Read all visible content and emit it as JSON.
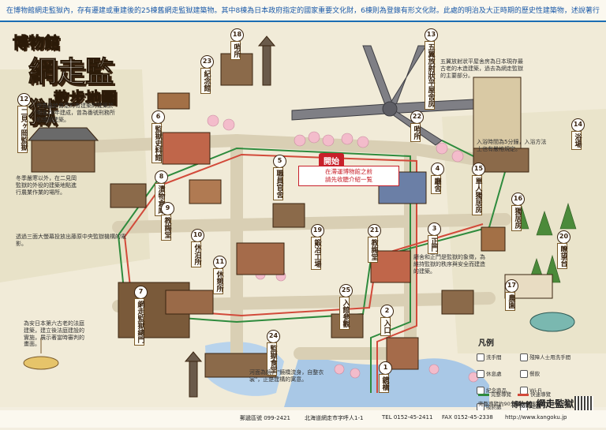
{
  "top_banner": "在博物館網走監獄內，存有遷建或重建後的25棟舊網走監獄建築物。其中8棟為日本政府指定的國家重要文化財，6棟則為登錄有形文化財。此處的明治及大正時期的歷史性建築物，述說著行刑建築與北海道開拓的過往，請您在此享受歷史散步之樂。",
  "title": {
    "line1": "博物館",
    "line2": "網走監獄",
    "line3": "散步地圖"
  },
  "start": {
    "badge": "開始",
    "box_line1": "在滯運博物館之前",
    "box_line2": "請先收聽介紹一覧"
  },
  "buildings": [
    {
      "num": "1",
      "label": "鏡橋"
    },
    {
      "num": "2",
      "label": "入口"
    },
    {
      "num": "3",
      "label": "正門"
    },
    {
      "num": "4",
      "label": "廳舍"
    },
    {
      "num": "5",
      "label": "職員官舍"
    },
    {
      "num": "6",
      "label": "監獄史料館"
    },
    {
      "num": "7",
      "label": "網走監獄總門"
    },
    {
      "num": "8",
      "label": "漬物倉庫"
    },
    {
      "num": "9",
      "label": "教誨堂"
    },
    {
      "num": "10",
      "label": "休泊所"
    },
    {
      "num": "11",
      "label": "休憩所"
    },
    {
      "num": "12",
      "label": "二見ヶ岡監獄"
    },
    {
      "num": "13",
      "label": "五翼放射狀平屋舍房"
    },
    {
      "num": "14",
      "label": "浴場"
    },
    {
      "num": "15",
      "label": "單人獨居房"
    },
    {
      "num": "16",
      "label": "獨居房"
    },
    {
      "num": "17",
      "label": "農園"
    },
    {
      "num": "18",
      "label": "哨所"
    },
    {
      "num": "19",
      "label": "鍛冶工場"
    },
    {
      "num": "20",
      "label": "瞭望台"
    },
    {
      "num": "21",
      "label": "教誨堂"
    },
    {
      "num": "22",
      "label": "哨所"
    },
    {
      "num": "23",
      "label": "紀念館"
    },
    {
      "num": "24",
      "label": "監獄食堂"
    },
    {
      "num": "25",
      "label": "入館參觀"
    }
  ],
  "notes": {
    "n1": "作為自給自足的有建築的建築於明治29年建成，曾為番號刑務所的總部建築。",
    "n2": "冬季嚴寒以外，在二見岡監獄的外役的建築地點進行農業作業的場所。",
    "n3": "透過三面大螢幕投放出藤原中央監獄機構的電影。",
    "n4": "為安日本第六古老的法庭建築，建立後法庭建設的實施，展示著當時審判的畫面。",
    "n5": "五翼放射狀平屋舍房為日本現存最古老的木造建築，過去為網走監獄的主要部分。",
    "n6": "入浴時間為5分鐘，入浴方法上也有嚴格規定。",
    "n7": "廳舍和正門是監獄的象徵，為維持監獄的秩序與安全而建造的建築。",
    "n8": "河面為鏡，\"鏡橋流身，自整衣裳\"，正是建構的寓意。"
  },
  "legend": {
    "title": "凡例",
    "items": [
      "洗手間",
      "殘障人士用洗手間",
      "休息處",
      "餐飲",
      "紀念商品",
      "Wi-Fi",
      "吸菸處",
      "AED",
      "導覽"
    ],
    "route_full": "完整導覽",
    "route_fast": "快速導覽",
    "times": "完整導覽約90分鐘，快速導覽約30分鐘。"
  },
  "brand": {
    "prefix": "博物館",
    "name": "網走監獄"
  },
  "footer": {
    "postal": "郵遞區號 099-2421",
    "address": "北海道網走市字呼人1-1",
    "tel": "TEL 0152-45-2411",
    "fax": "FAX 0152-45-2338",
    "url": "http://www.kangoku.jp"
  },
  "colors": {
    "route_full": "#2e8b3d",
    "route_fast": "#d24a3a",
    "accent": "#1b6db3",
    "start": "#c8202a"
  }
}
